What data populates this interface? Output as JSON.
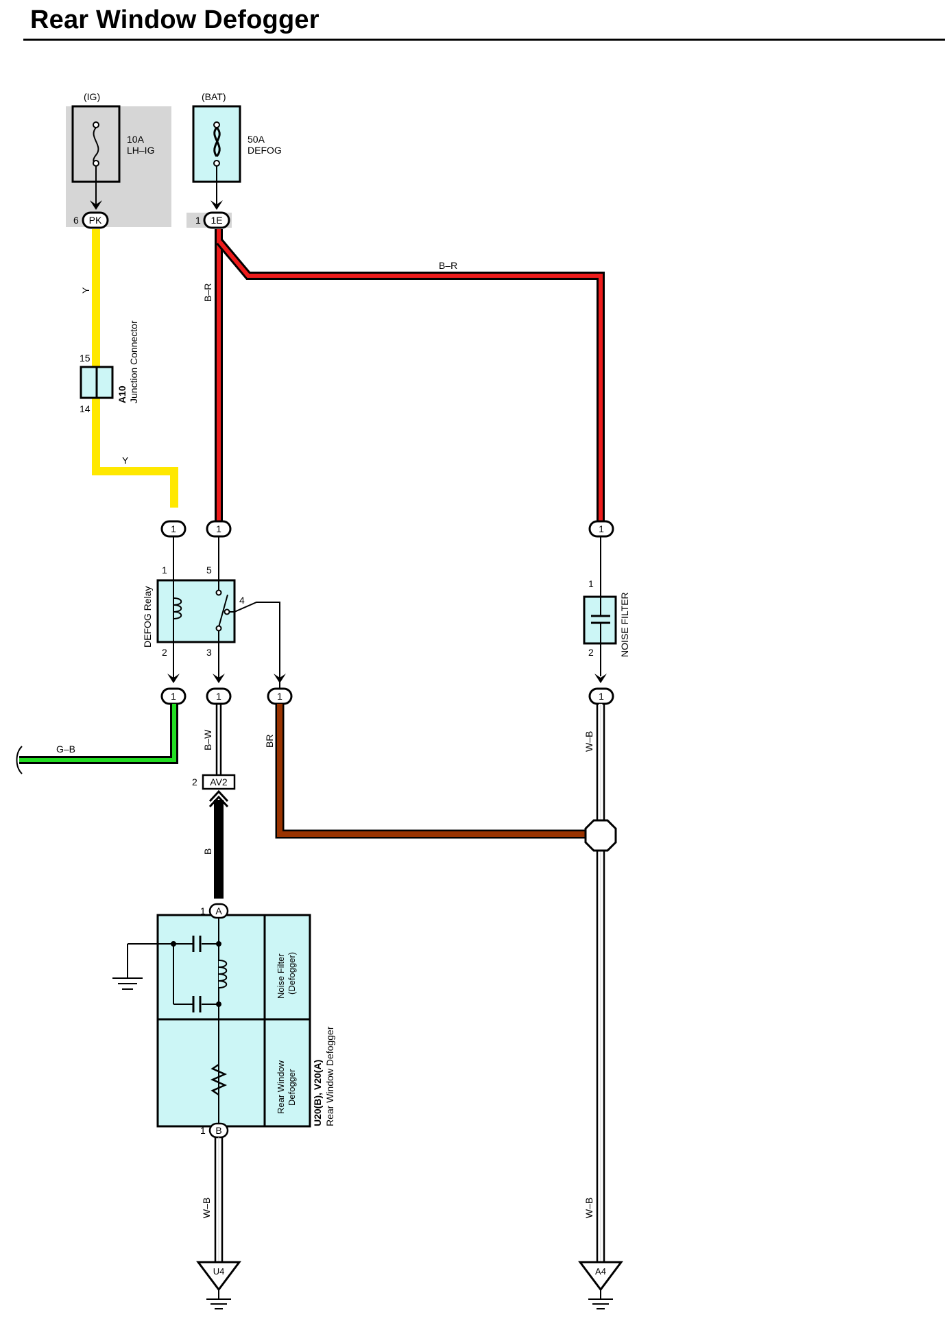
{
  "title": "Rear Window Defogger",
  "colors": {
    "yellow": "#ffe800",
    "red": "#ee1c1c",
    "green": "#22dd22",
    "brown": "#993300",
    "black": "#000000",
    "component_fill": "#ccf6f6",
    "shade": "#d6d6d6"
  },
  "power": {
    "ig": {
      "source": "(IG)",
      "rating": "10A",
      "name": "LH–IG",
      "pin": "6",
      "connector": "PK"
    },
    "bat": {
      "source": "(BAT)",
      "rating": "50A",
      "name": "DEFOG",
      "pin": "1",
      "connector": "1E"
    }
  },
  "wires": {
    "y": "Y",
    "br_red": "B–R",
    "bw": "B–W",
    "br": "BR",
    "b": "B",
    "wb": "W–B",
    "gb": "G–B"
  },
  "junction": {
    "code": "A10",
    "name": "Junction Connector",
    "pin_top": "15",
    "pin_bottom": "14"
  },
  "relay": {
    "name": "DEFOG Relay",
    "pin1": "1",
    "pin2": "2",
    "pin3": "3",
    "pin4": "4",
    "pin5": "5"
  },
  "connector_label": "1",
  "noise_filter": {
    "name": "NOISE FILTER",
    "pin1": "1",
    "pin2": "2"
  },
  "av2": {
    "pin": "2",
    "label": "AV2"
  },
  "defogger": {
    "pinA_num": "1",
    "pinA": "A",
    "pinB_num": "1",
    "pinB": "B",
    "section1_line1": "Noise Filter",
    "section1_line2": "(Defogger)",
    "section2_line1": "Rear Window",
    "section2_line2": "Defogger",
    "code": "U20(B), V20(A)",
    "name": "Rear Window Defogger"
  },
  "grounds": {
    "left": "U4",
    "right": "A4"
  }
}
